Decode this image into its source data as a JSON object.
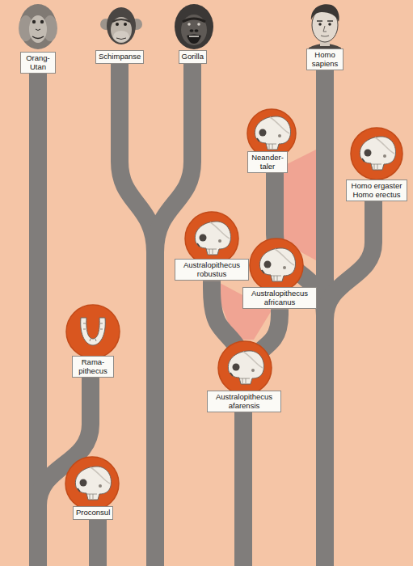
{
  "diagram": {
    "nodes": [
      {
        "text": [
          "Orang- Utan"
        ]
      },
      {
        "text": [
          "Schimpanse"
        ]
      },
      {
        "text": [
          "Gorilla"
        ]
      },
      {
        "text": [
          "Homo sapiens"
        ]
      },
      {
        "text": [
          "Neander- taler"
        ]
      },
      {
        "text": [
          "Homo ergaster Homo erectus"
        ]
      },
      {
        "text": [
          "Australopithecus robustus"
        ]
      },
      {
        "text": [
          "Australopithecus africanus"
        ]
      },
      {
        "text": [
          "Rama- pithecus"
        ]
      },
      {
        "text": [
          "Australopithecus afarensis"
        ]
      },
      {
        "text": [
          "Proconsul"
        ]
      }
    ],
    "edges": [
      {
        "from": 9,
        "to": 6,
        "arrow": "none"
      },
      {
        "from": 9,
        "to": 7,
        "arrow": "none"
      }
    ]
  }
}
